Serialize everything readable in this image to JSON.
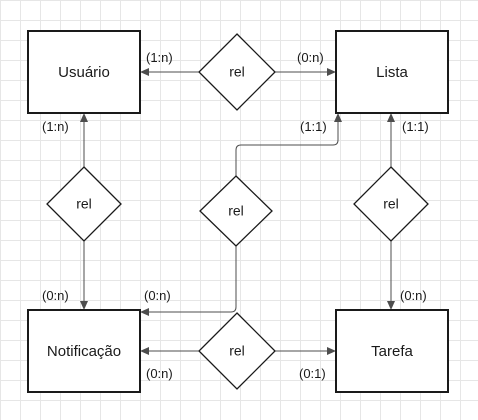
{
  "entities": {
    "usuario": "Usuário",
    "lista": "Lista",
    "notificacao": "Notificação",
    "tarefa": "Tarefa"
  },
  "relationships": {
    "top": "rel",
    "left": "rel",
    "center": "rel",
    "right": "rel",
    "bottom": "rel"
  },
  "cardinalities": {
    "usuario_top": "(1:n)",
    "lista_top": "(0:n)",
    "usuario_left": "(1:n)",
    "lista_center": "(1:1)",
    "lista_right": "(1:1)",
    "notificacao_left": "(0:n)",
    "notificacao_center": "(0:n)",
    "tarefa_right": "(0:n)",
    "notificacao_bottom": "(0:n)",
    "tarefa_bottom": "(0:1)"
  },
  "colors": {
    "stroke": "#1a1a1a",
    "connector": "#4d4d4d",
    "grid": "#e6e6e6",
    "background": "#ffffff"
  }
}
